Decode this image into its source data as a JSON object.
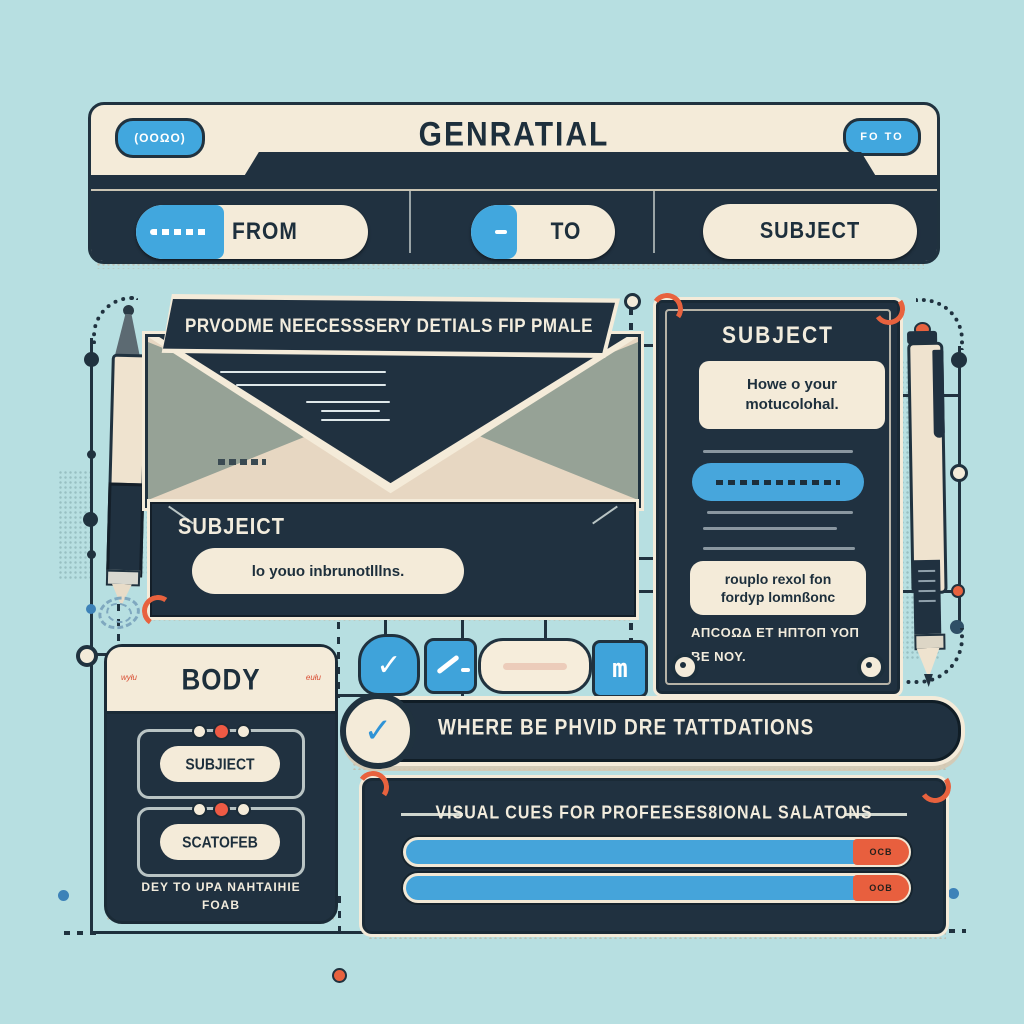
{
  "colors": {
    "background": "#b7dfe1",
    "navy": "#203140",
    "cream": "#f4ebd9",
    "blue_accent": "#41a7de",
    "orange_accent": "#e8623e",
    "sage": "#96a296",
    "beige": "#e7d7c2"
  },
  "header": {
    "title": "GENRATIAL",
    "left_badge": "(ΟΟΩΟ)",
    "right_badge": "FO TO",
    "fields": [
      {
        "label": "FROM"
      },
      {
        "label": "TO"
      },
      {
        "label": "SUBJECT"
      }
    ]
  },
  "envelope": {
    "banner": "PRVODME NEECESSSERY DETIALS FIP PMALE",
    "subject_label": "SUBJEICT",
    "subject_value": "lo youo inbrunotlllns."
  },
  "subject_panel": {
    "title": "SUBJECT",
    "note": "Howe o your motucolohal.",
    "hint_line1": "rouplo rexol fon",
    "hint_line2": "fordyp lomnßonc",
    "caption_line1": "AΠCOΩΔ ET ΗΠΤΟΠ ΥΟΠ",
    "caption_line2": "BE ΝΟΥ."
  },
  "body_panel": {
    "title": "BODY",
    "tick_left": "wyłu",
    "tick_right": "eułu",
    "items": [
      {
        "label": "SUBJIECT"
      },
      {
        "label": "SCATOFEB"
      }
    ],
    "caption_line1": "DEY TO UPA NAHTAIHIE",
    "caption_line2": "FOAB"
  },
  "toolbar_icons": {
    "check_glyph": "✓",
    "m_glyph": "m"
  },
  "check_bar": {
    "icon_glyph": "✓",
    "label": "WHERE BE PHVID DRE TATTDATIONS"
  },
  "cues_panel": {
    "title": "VISUAL CUES FOR PROFEESES8IONAL SALATONS",
    "bars": [
      {
        "cap_label": "OCB",
        "fill_pct": 89
      },
      {
        "cap_label": "OOB",
        "fill_pct": 89
      }
    ]
  }
}
